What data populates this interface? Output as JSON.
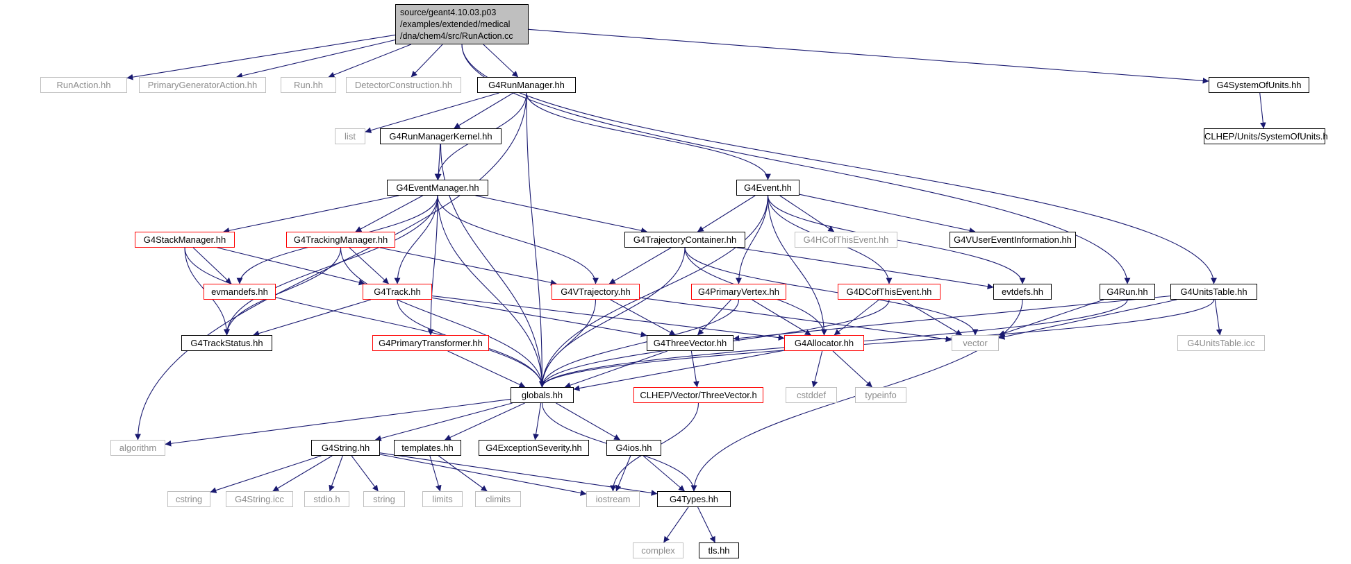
{
  "graph": {
    "root": {
      "id": "root",
      "lines": [
        "source/geant4.10.03.p03",
        "/examples/extended/medical",
        "/dna/chem4/src/RunAction.cc"
      ]
    },
    "nodes": [
      {
        "id": "runaction_hh",
        "label": "RunAction.hh",
        "style": "ext"
      },
      {
        "id": "primarygen_hh",
        "label": "PrimaryGeneratorAction.hh",
        "style": "ext"
      },
      {
        "id": "run_hh",
        "label": "Run.hh",
        "style": "ext"
      },
      {
        "id": "detector_hh",
        "label": "DetectorConstruction.hh",
        "style": "ext"
      },
      {
        "id": "g4runmanager",
        "label": "G4RunManager.hh",
        "style": "doc"
      },
      {
        "id": "g4systemofunits",
        "label": "G4SystemOfUnits.hh",
        "style": "doc"
      },
      {
        "id": "clhep_systemofunits",
        "label": "CLHEP/Units/SystemOfUnits.h",
        "style": "doc"
      },
      {
        "id": "list",
        "label": "list",
        "style": "ext"
      },
      {
        "id": "g4runmanagerkernel",
        "label": "G4RunManagerKernel.hh",
        "style": "doc"
      },
      {
        "id": "g4eventmanager",
        "label": "G4EventManager.hh",
        "style": "doc"
      },
      {
        "id": "g4event",
        "label": "G4Event.hh",
        "style": "doc"
      },
      {
        "id": "g4stackmanager",
        "label": "G4StackManager.hh",
        "style": "red"
      },
      {
        "id": "g4trackingmanager",
        "label": "G4TrackingManager.hh",
        "style": "red"
      },
      {
        "id": "g4trajectorycontainer",
        "label": "G4TrajectoryContainer.hh",
        "style": "doc"
      },
      {
        "id": "g4hcofthisevent",
        "label": "G4HCofThisEvent.hh",
        "style": "ext"
      },
      {
        "id": "g4vusereventinformation",
        "label": "G4VUserEventInformation.hh",
        "style": "doc"
      },
      {
        "id": "evmandefs",
        "label": "evmandefs.hh",
        "style": "red"
      },
      {
        "id": "g4track",
        "label": "G4Track.hh",
        "style": "red"
      },
      {
        "id": "g4vtrajectory",
        "label": "G4VTrajectory.hh",
        "style": "red"
      },
      {
        "id": "g4primaryvertex",
        "label": "G4PrimaryVertex.hh",
        "style": "red"
      },
      {
        "id": "g4dcofthisevent",
        "label": "G4DCofThisEvent.hh",
        "style": "red"
      },
      {
        "id": "evtdefs",
        "label": "evtdefs.hh",
        "style": "doc"
      },
      {
        "id": "g4run",
        "label": "G4Run.hh",
        "style": "doc"
      },
      {
        "id": "g4unitstable",
        "label": "G4UnitsTable.hh",
        "style": "doc"
      },
      {
        "id": "g4trackstatus",
        "label": "G4TrackStatus.hh",
        "style": "doc"
      },
      {
        "id": "g4primarytransformer",
        "label": "G4PrimaryTransformer.hh",
        "style": "red"
      },
      {
        "id": "g4threevector",
        "label": "G4ThreeVector.hh",
        "style": "doc"
      },
      {
        "id": "g4allocator",
        "label": "G4Allocator.hh",
        "style": "red"
      },
      {
        "id": "vector",
        "label": "vector",
        "style": "ext"
      },
      {
        "id": "g4unitstable_icc",
        "label": "G4UnitsTable.icc",
        "style": "ext"
      },
      {
        "id": "globals",
        "label": "globals.hh",
        "style": "doc"
      },
      {
        "id": "clhep_threevector",
        "label": "CLHEP/Vector/ThreeVector.h",
        "style": "red"
      },
      {
        "id": "cstddef",
        "label": "cstddef",
        "style": "ext"
      },
      {
        "id": "typeinfo",
        "label": "typeinfo",
        "style": "ext"
      },
      {
        "id": "algorithm",
        "label": "algorithm",
        "style": "ext"
      },
      {
        "id": "g4string",
        "label": "G4String.hh",
        "style": "doc"
      },
      {
        "id": "templates",
        "label": "templates.hh",
        "style": "doc"
      },
      {
        "id": "g4exceptionseverity",
        "label": "G4ExceptionSeverity.hh",
        "style": "doc"
      },
      {
        "id": "g4ios",
        "label": "G4ios.hh",
        "style": "doc"
      },
      {
        "id": "cstring",
        "label": "cstring",
        "style": "ext"
      },
      {
        "id": "g4string_icc",
        "label": "G4String.icc",
        "style": "ext"
      },
      {
        "id": "stdio",
        "label": "stdio.h",
        "style": "ext"
      },
      {
        "id": "string",
        "label": "string",
        "style": "ext"
      },
      {
        "id": "limits",
        "label": "limits",
        "style": "ext"
      },
      {
        "id": "climits",
        "label": "climits",
        "style": "ext"
      },
      {
        "id": "iostream",
        "label": "iostream",
        "style": "ext"
      },
      {
        "id": "g4types",
        "label": "G4Types.hh",
        "style": "doc"
      },
      {
        "id": "complex",
        "label": "complex",
        "style": "ext"
      },
      {
        "id": "tls",
        "label": "tls.hh",
        "style": "doc"
      }
    ],
    "edges": [
      [
        "root",
        "runaction_hh"
      ],
      [
        "root",
        "primarygen_hh"
      ],
      [
        "root",
        "run_hh"
      ],
      [
        "root",
        "detector_hh"
      ],
      [
        "root",
        "g4runmanager"
      ],
      [
        "root",
        "g4systemofunits"
      ],
      [
        "root",
        "g4run"
      ],
      [
        "root",
        "g4unitstable"
      ],
      [
        "g4systemofunits",
        "clhep_systemofunits"
      ],
      [
        "g4runmanager",
        "list"
      ],
      [
        "g4runmanager",
        "g4runmanagerkernel"
      ],
      [
        "g4runmanager",
        "g4eventmanager"
      ],
      [
        "g4runmanager",
        "g4event"
      ],
      [
        "g4runmanager",
        "globals"
      ],
      [
        "g4runmanager",
        "algorithm"
      ],
      [
        "g4runmanagerkernel",
        "g4eventmanager"
      ],
      [
        "g4runmanagerkernel",
        "globals"
      ],
      [
        "g4eventmanager",
        "g4stackmanager"
      ],
      [
        "g4eventmanager",
        "g4trackingmanager"
      ],
      [
        "g4eventmanager",
        "evmandefs"
      ],
      [
        "g4eventmanager",
        "g4track"
      ],
      [
        "g4eventmanager",
        "g4trackstatus"
      ],
      [
        "g4eventmanager",
        "g4primarytransformer"
      ],
      [
        "g4eventmanager",
        "globals"
      ],
      [
        "g4eventmanager",
        "g4trajectorycontainer"
      ],
      [
        "g4eventmanager",
        "g4vtrajectory"
      ],
      [
        "g4event",
        "g4trajectorycontainer"
      ],
      [
        "g4event",
        "g4hcofthisevent"
      ],
      [
        "g4event",
        "g4vusereventinformation"
      ],
      [
        "g4event",
        "evtdefs"
      ],
      [
        "g4event",
        "g4primaryvertex"
      ],
      [
        "g4event",
        "g4dcofthisevent"
      ],
      [
        "g4event",
        "globals"
      ],
      [
        "g4event",
        "g4allocator"
      ],
      [
        "g4stackmanager",
        "evmandefs"
      ],
      [
        "g4stackmanager",
        "g4track"
      ],
      [
        "g4stackmanager",
        "g4trackstatus"
      ],
      [
        "g4stackmanager",
        "globals"
      ],
      [
        "g4trackingmanager",
        "g4track"
      ],
      [
        "g4trackingmanager",
        "g4trackstatus"
      ],
      [
        "g4trackingmanager",
        "g4vtrajectory"
      ],
      [
        "g4trackingmanager",
        "globals"
      ],
      [
        "g4trajectorycontainer",
        "g4vtrajectory"
      ],
      [
        "g4trajectorycontainer",
        "globals"
      ],
      [
        "g4trajectorycontainer",
        "g4allocator"
      ],
      [
        "g4trajectorycontainer",
        "vector"
      ],
      [
        "g4trajectorycontainer",
        "evtdefs"
      ],
      [
        "g4track",
        "g4trackstatus"
      ],
      [
        "g4track",
        "g4threevector"
      ],
      [
        "g4track",
        "g4allocator"
      ],
      [
        "g4track",
        "globals"
      ],
      [
        "g4vtrajectory",
        "globals"
      ],
      [
        "g4vtrajectory",
        "g4threevector"
      ],
      [
        "g4vtrajectory",
        "vector"
      ],
      [
        "g4primaryvertex",
        "g4threevector"
      ],
      [
        "g4primaryvertex",
        "g4allocator"
      ],
      [
        "g4primaryvertex",
        "globals"
      ],
      [
        "g4dcofthisevent",
        "g4allocator"
      ],
      [
        "g4dcofthisevent",
        "vector"
      ],
      [
        "g4dcofthisevent",
        "globals"
      ],
      [
        "evtdefs",
        "g4types"
      ],
      [
        "g4run",
        "vector"
      ],
      [
        "g4run",
        "globals"
      ],
      [
        "g4unitstable",
        "g4unitstable_icc"
      ],
      [
        "g4unitstable",
        "vector"
      ],
      [
        "g4unitstable",
        "globals"
      ],
      [
        "g4unitstable",
        "g4threevector"
      ],
      [
        "g4primarytransformer",
        "globals"
      ],
      [
        "g4threevector",
        "globals"
      ],
      [
        "g4threevector",
        "clhep_threevector"
      ],
      [
        "g4allocator",
        "cstddef"
      ],
      [
        "g4allocator",
        "typeinfo"
      ],
      [
        "g4allocator",
        "globals"
      ],
      [
        "clhep_threevector",
        "iostream"
      ],
      [
        "globals",
        "algorithm"
      ],
      [
        "globals",
        "g4string"
      ],
      [
        "globals",
        "templates"
      ],
      [
        "globals",
        "g4exceptionseverity"
      ],
      [
        "globals",
        "g4ios"
      ],
      [
        "globals",
        "g4types"
      ],
      [
        "g4string",
        "cstring"
      ],
      [
        "g4string",
        "g4string_icc"
      ],
      [
        "g4string",
        "stdio"
      ],
      [
        "g4string",
        "string"
      ],
      [
        "g4string",
        "iostream"
      ],
      [
        "g4string",
        "g4types"
      ],
      [
        "templates",
        "limits"
      ],
      [
        "templates",
        "climits"
      ],
      [
        "g4ios",
        "iostream"
      ],
      [
        "g4ios",
        "g4types"
      ],
      [
        "g4types",
        "complex"
      ],
      [
        "g4types",
        "tls"
      ]
    ]
  }
}
